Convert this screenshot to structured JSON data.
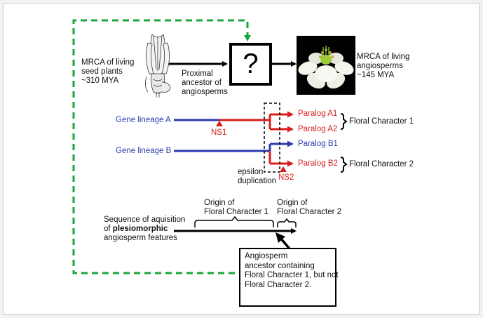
{
  "mrca_seed": [
    "MRCA of living",
    "seed plants",
    "~310 MYA"
  ],
  "proximal": [
    "Proximal",
    "ancestor of",
    "angiosperms"
  ],
  "question_mark": "?",
  "mrca_angio": [
    "MRCA of living",
    "angiosperms",
    "~145 MYA"
  ],
  "gene_lineage_a": "Gene lineage A",
  "gene_lineage_b": "Gene lineage B",
  "ns1": "NS1",
  "ns2": "NS2",
  "paralog_a1": "Paralog A1",
  "paralog_a2": "Paralog A2",
  "paralog_b1": "Paralog B1",
  "paralog_b2": "Paralog B2",
  "floral_char_1": "Floral Character 1",
  "floral_char_2": "Floral Character 2",
  "epsilon": [
    "epsilon",
    "duplication"
  ],
  "origin_1": [
    "Origin of",
    "Floral Character 1"
  ],
  "origin_2": [
    "Origin of",
    "Floral Character 2"
  ],
  "sequence": {
    "line1": "Sequence of aquisition",
    "line2_prefix": "of ",
    "line2_bold": "plesiomorphic",
    "line3": "angiosperm features"
  },
  "ancestor_box": [
    "Angiosperm",
    "ancestor containing",
    "Floral Character 1, but not",
    "Floral Character 2."
  ],
  "colors": {
    "blue": "#2b3bb0",
    "red": "#d81e1e",
    "green": "#1aa63a"
  }
}
